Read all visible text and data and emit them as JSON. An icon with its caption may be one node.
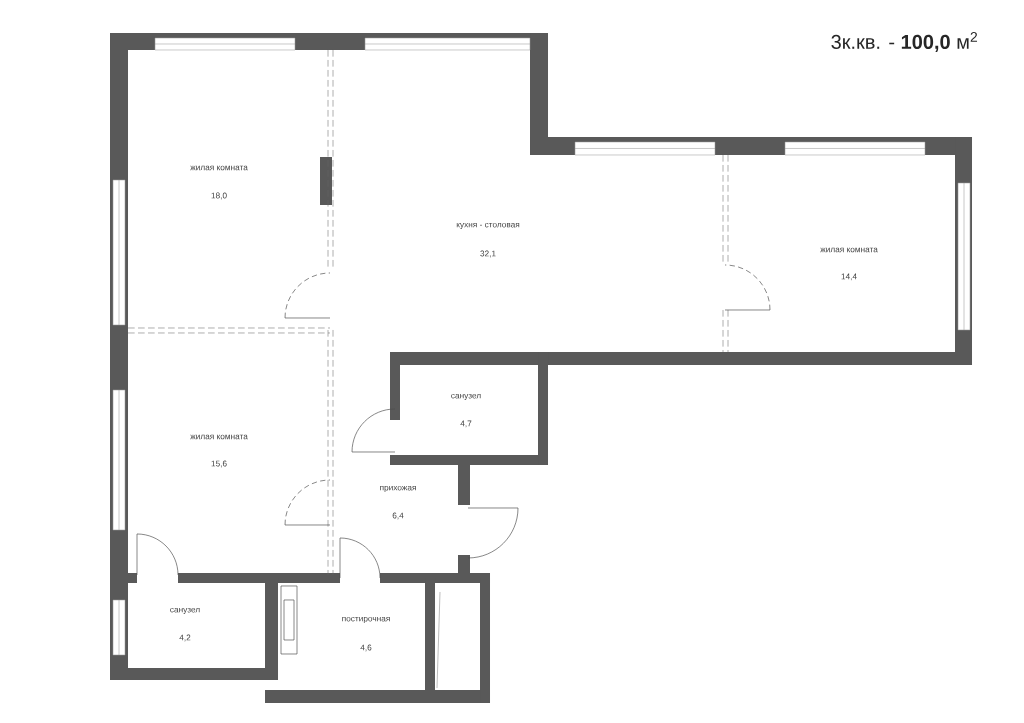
{
  "diagram": {
    "title": "3к.кв. - **100,0** м$^{2}$",
    "labels": [
      "жилая комната",
      "18,0",
      "кухня - столовая",
      "32,1",
      "жилая комната",
      "14,4",
      "санузел",
      "4,7",
      "жилая комната",
      "15,6",
      "прихожая",
      "6,4",
      "санузел",
      "4,2",
      "постирочная",
      "4,6"
    ]
  }
}
